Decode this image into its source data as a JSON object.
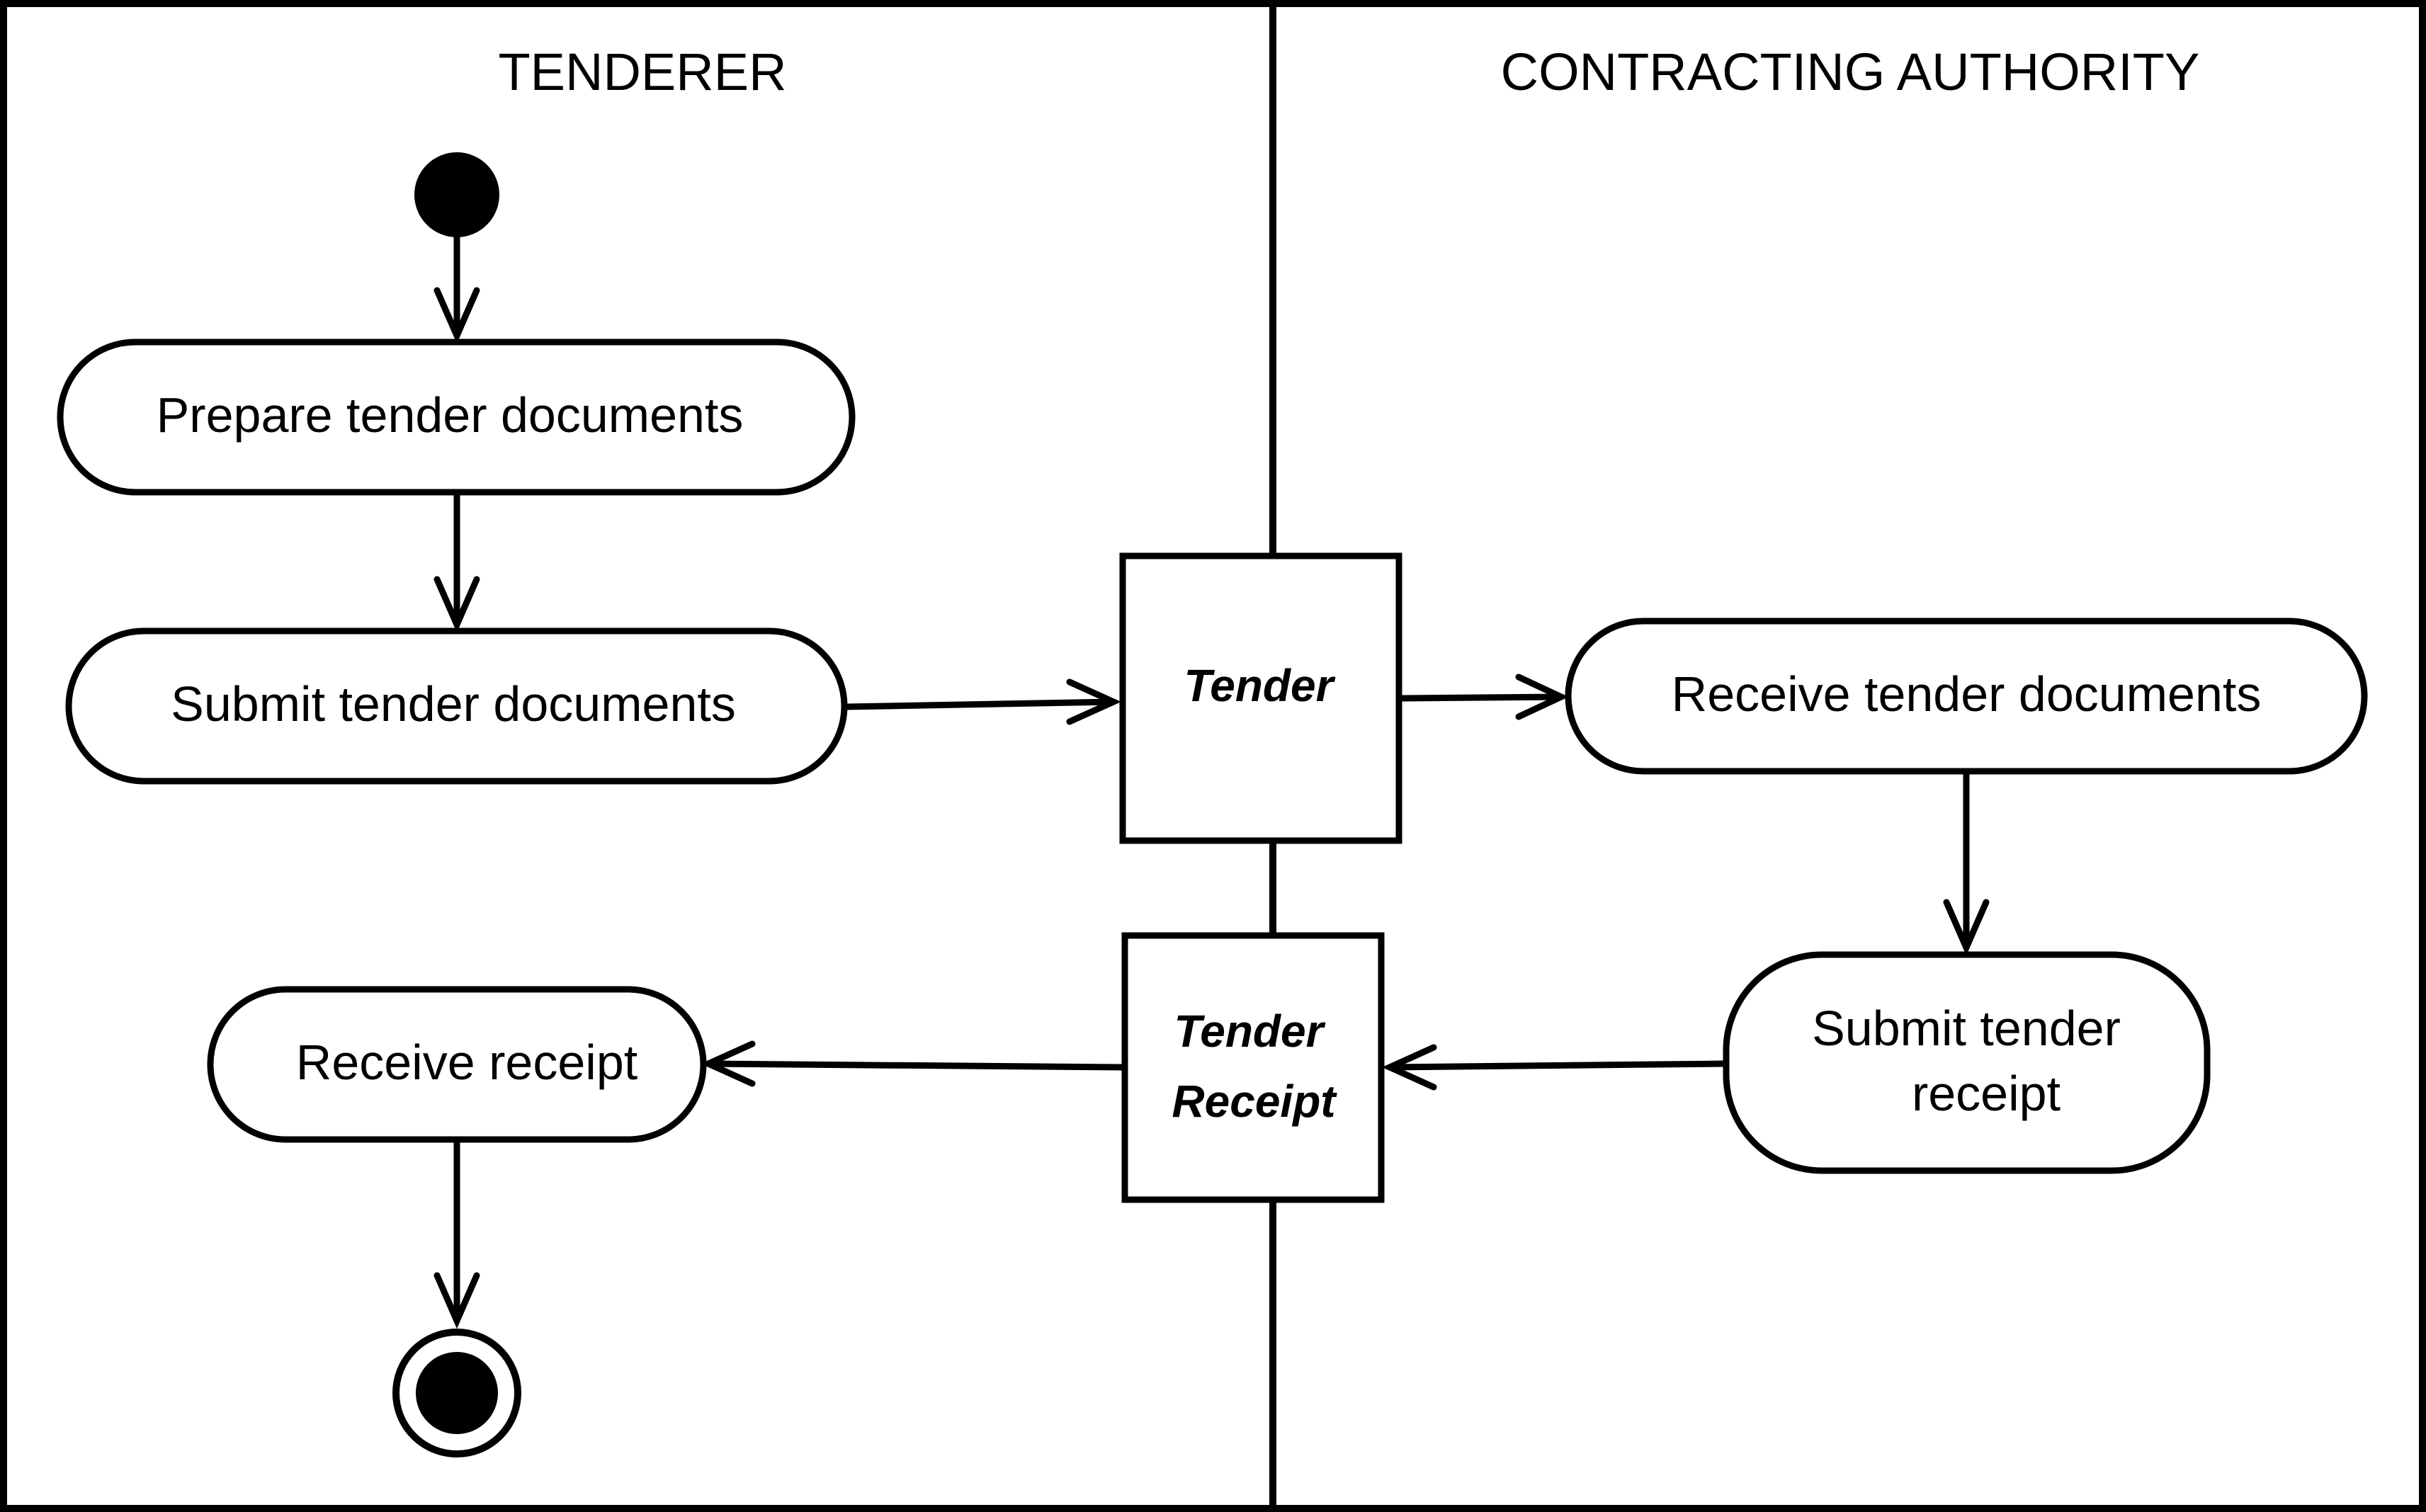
{
  "lanes": {
    "left": {
      "title": "TENDERER"
    },
    "right": {
      "title": "CONTRACTING AUTHORITY"
    }
  },
  "actions": {
    "prepare": {
      "label": "Prepare tender documents"
    },
    "submit": {
      "label": "Submit tender documents"
    },
    "receive_docs": {
      "label": "Receive tender documents"
    },
    "submit_receipt": {
      "line1": "Submit tender",
      "line2": "receipt"
    },
    "receive_receipt": {
      "label": "Receive receipt"
    }
  },
  "objects": {
    "tender": {
      "label": "Tender"
    },
    "tender_receipt": {
      "line1": "Tender",
      "line2": "Receipt"
    }
  },
  "colors": {
    "stroke": "#000000",
    "fill": "#ffffff"
  }
}
